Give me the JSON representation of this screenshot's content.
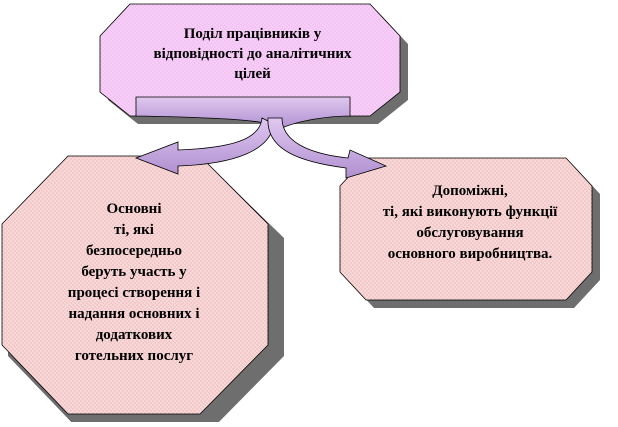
{
  "diagram": {
    "top_node": {
      "lines": [
        "Поділ працівників у",
        "відповідності до аналітичних",
        "цілей"
      ]
    },
    "left_node": {
      "title": "Основні",
      "lines": [
        "ті, які",
        "безпосередньо",
        "беруть участь у",
        "процесі створення і",
        "надання основних і",
        "додаткових",
        "готельних послуг"
      ]
    },
    "right_node": {
      "title": "Допоміжні,",
      "lines": [
        "ті, які виконують функції",
        "обслуговування",
        "основного виробництва."
      ]
    },
    "colors": {
      "top_fill": "#f8ccf8",
      "side_fill": "#fbd6d6",
      "arrow_fill": "#c8a8e0",
      "shadow": "#6e6e6e",
      "stroke": "#000000"
    }
  }
}
